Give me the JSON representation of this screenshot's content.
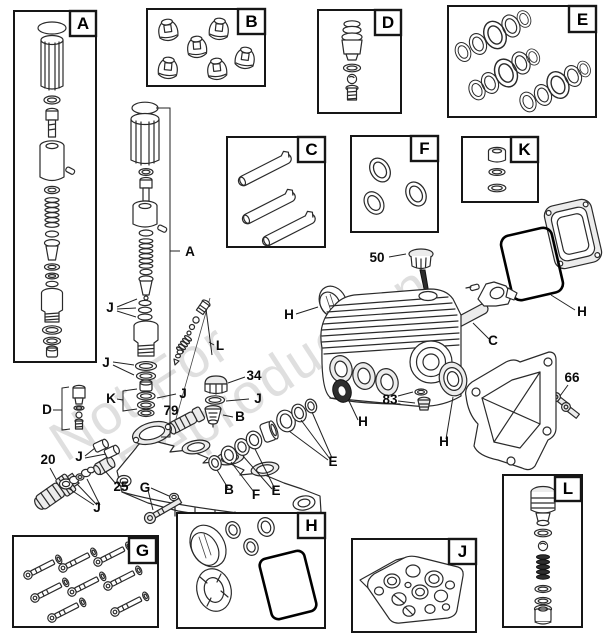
{
  "diagram": {
    "watermark": {
      "line1": "Not For",
      "line2": "Reproduction"
    },
    "kit_boxes": {
      "a": "A",
      "b": "B",
      "c": "C",
      "d": "D",
      "e": "E",
      "f": "F",
      "g": "G",
      "h": "H",
      "j": "J",
      "k": "K",
      "l": "L"
    },
    "callouts": {
      "a_valve_column": "A",
      "b_valve": "B",
      "b_seal": "B",
      "c_rod": "C",
      "d_kit": "D",
      "e_seals_lower": "E",
      "e_seals_upper": "E",
      "f_seal": "F",
      "g_bolt": "G",
      "h_sightglass": "H",
      "h_gasket": "H",
      "h_seal_dark": "H",
      "h_bearing_seal": "H",
      "j_orings_top": "J",
      "j_washers": "J",
      "j_oring_mid": "J",
      "j_oring_34": "J",
      "j_plugs": "J",
      "j_inlet_washers": "J",
      "k_rings": "K",
      "l_unloader": "L",
      "n20": "20",
      "n25": "25",
      "n34": "34",
      "n50": "50",
      "n66": "66",
      "n79": "79",
      "n83": "83"
    }
  }
}
